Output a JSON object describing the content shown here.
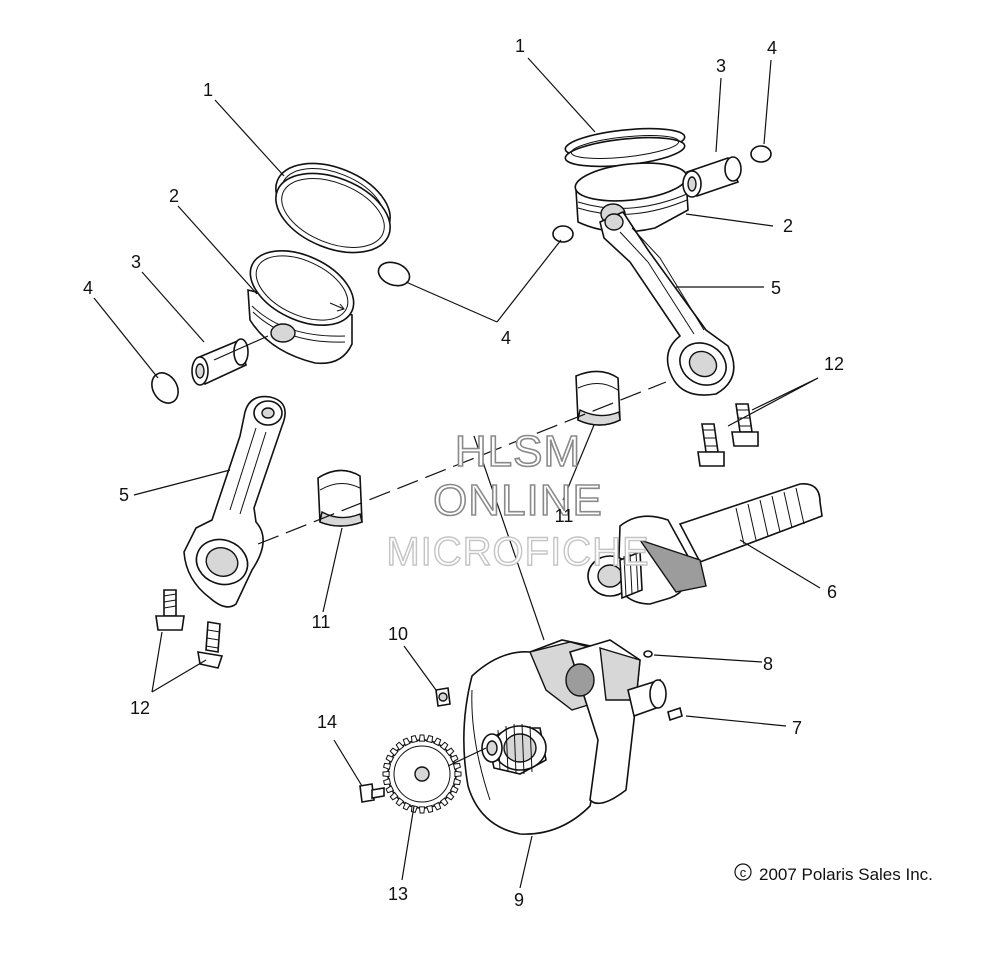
{
  "callouts": [
    "1",
    "2",
    "3",
    "4",
    "5",
    "6",
    "7",
    "8",
    "9",
    "10",
    "11",
    "12",
    "13",
    "14"
  ],
  "copyright": "2007 Polaris Sales Inc.",
  "copyright_symbol": "c",
  "watermark": {
    "line1": "HLSM",
    "line2": "ONLINE",
    "line3": "MICROFICHE"
  }
}
